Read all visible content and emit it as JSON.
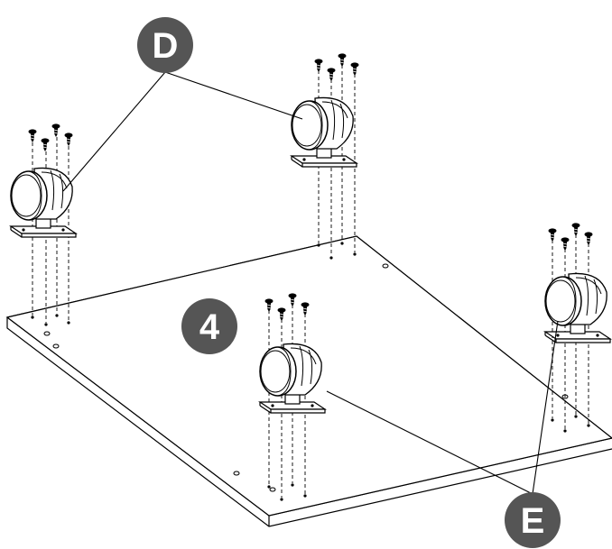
{
  "labels": {
    "step_number": "4",
    "part_d": "D",
    "part_e": "E"
  },
  "colors": {
    "badge_fill": "#555555",
    "line": "#000000",
    "background": "#ffffff"
  }
}
